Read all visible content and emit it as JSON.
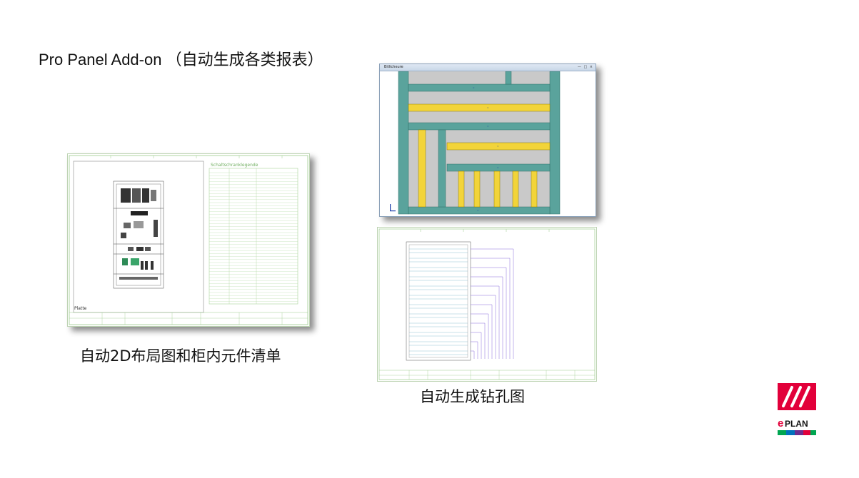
{
  "slide": {
    "title": "Pro Panel Add-on （自动生成各类报表）",
    "captions": {
      "layout": "自动2D布局图和柜内元件清单",
      "drilling": "自动生成钻孔图"
    }
  },
  "layout_sheet": {
    "legend_title": "Schaltschranklegende",
    "panel_label": "Platte"
  },
  "window": {
    "title": "Bitlicheure",
    "controls": "— □ ×"
  },
  "logo": {
    "text": "ePLAN",
    "colors": [
      "#e2003a",
      "#00a651",
      "#0072bc",
      "#6c2c8f",
      "#e2003a"
    ]
  },
  "colors": {
    "rail": "#5aa39c",
    "duct": "#f2d43a",
    "panel": "#c8c8c8",
    "sheet_line": "#8fbf7f",
    "dimension": "#7a5bd6"
  }
}
